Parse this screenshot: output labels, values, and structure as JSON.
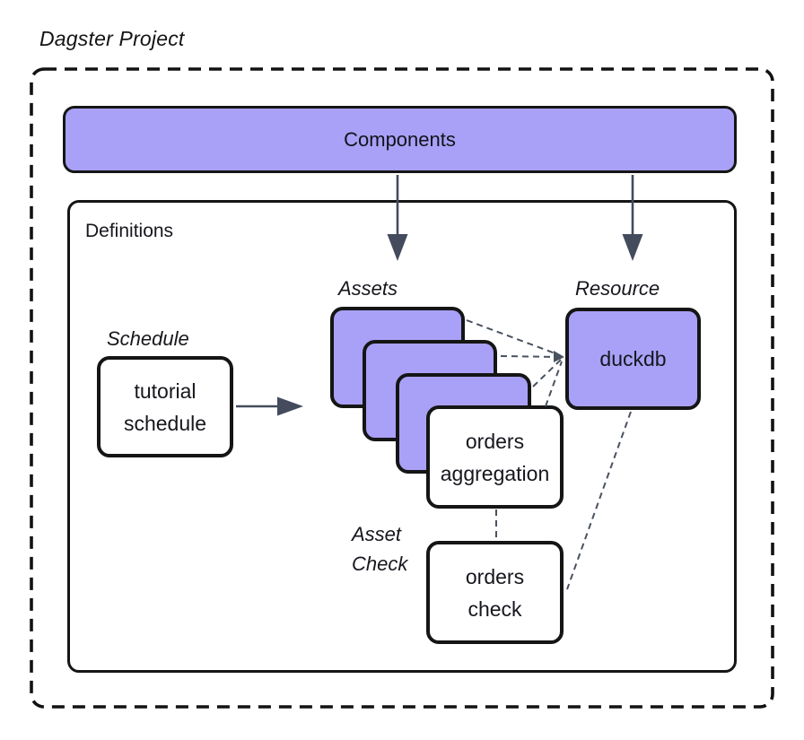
{
  "project": {
    "title": "Dagster Project"
  },
  "components": {
    "label": "Components"
  },
  "definitions": {
    "label": "Definitions"
  },
  "labels": {
    "schedule": "Schedule",
    "assets": "Assets",
    "resource": "Resource",
    "asset_check": [
      "Asset",
      "Check"
    ]
  },
  "nodes": {
    "tutorial_schedule": [
      "tutorial",
      "schedule"
    ],
    "orders_aggregation": [
      "orders",
      "aggregation"
    ],
    "duckdb": "duckdb",
    "orders_check": [
      "orders",
      "check"
    ]
  },
  "edges": [
    {
      "from": "components",
      "to": "assets",
      "style": "solid-arrow"
    },
    {
      "from": "components",
      "to": "resource",
      "style": "solid-arrow"
    },
    {
      "from": "tutorial-schedule",
      "to": "assets",
      "style": "solid-arrow"
    },
    {
      "from": "asset-node-1",
      "to": "duckdb",
      "style": "dashed"
    },
    {
      "from": "asset-node-2",
      "to": "duckdb",
      "style": "dashed"
    },
    {
      "from": "asset-node-3",
      "to": "duckdb",
      "style": "dashed"
    },
    {
      "from": "orders-aggregation",
      "to": "duckdb",
      "style": "dashed"
    },
    {
      "from": "duckdb",
      "to": "orders-check",
      "style": "dashed"
    },
    {
      "from": "orders-aggregation",
      "to": "orders-check",
      "style": "dashed"
    }
  ],
  "colors": {
    "node_purple": "#a9a1f7",
    "box_border": "#151515",
    "arrow": "#434b5c",
    "connector_dash": "#49525f",
    "background": "#ffffff"
  }
}
